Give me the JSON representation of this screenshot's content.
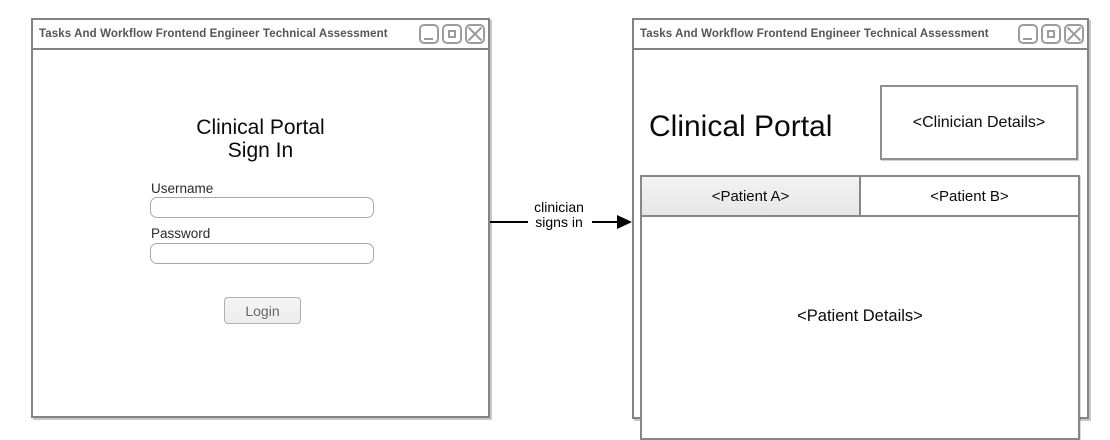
{
  "login_window": {
    "title": "Tasks And Workflow Frontend Engineer Technical Assessment",
    "heading_line1": "Clinical Portal",
    "heading_line2": "Sign In",
    "username_label": "Username",
    "username_value": "",
    "password_label": "Password",
    "password_value": "",
    "login_button_label": "Login"
  },
  "flow_arrow": {
    "label_line1": "clinician",
    "label_line2": "signs in"
  },
  "portal_window": {
    "title": "Tasks And Workflow Frontend Engineer Technical Assessment",
    "heading": "Clinical Portal",
    "clinician_details_placeholder": "<Clinician Details>",
    "tabs": [
      {
        "label": "<Patient A>",
        "active": true
      },
      {
        "label": "<Patient B>",
        "active": false
      }
    ],
    "patient_details_placeholder": "<Patient Details>"
  },
  "colors": {
    "window_border": "#838383",
    "control_border": "#9c9c9c",
    "title_text": "#555555",
    "active_tab_fill": "#ececec",
    "button_fill": "#f1f1f1",
    "button_text": "#666666",
    "arrow": "#000000"
  }
}
